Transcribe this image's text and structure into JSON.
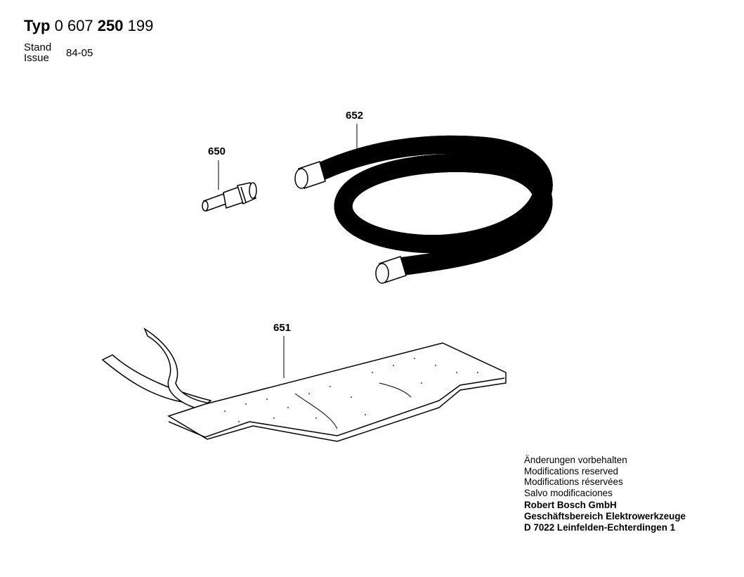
{
  "header": {
    "typ_label": "Typ",
    "typ_part1": "0 607",
    "typ_part2": "250",
    "typ_part3": "199",
    "stand_label": "Stand",
    "issue_label": "Issue",
    "issue_value": "84-05"
  },
  "parts": [
    {
      "number": "650",
      "icon": "hose-fitting-icon"
    },
    {
      "number": "652",
      "icon": "corrugated-hose-icon"
    },
    {
      "number": "651",
      "icon": "filter-bag-icon"
    }
  ],
  "notes": {
    "lines": [
      "Änderungen vorbehalten",
      "Modifications reserved",
      "Modifications réservées",
      "Salvo modificaciones"
    ],
    "company": [
      "Robert Bosch GmbH",
      "Geschäftsbereich Elektrowerkzeuge",
      "D 7022 Leinfelden-Echterdingen 1"
    ]
  }
}
